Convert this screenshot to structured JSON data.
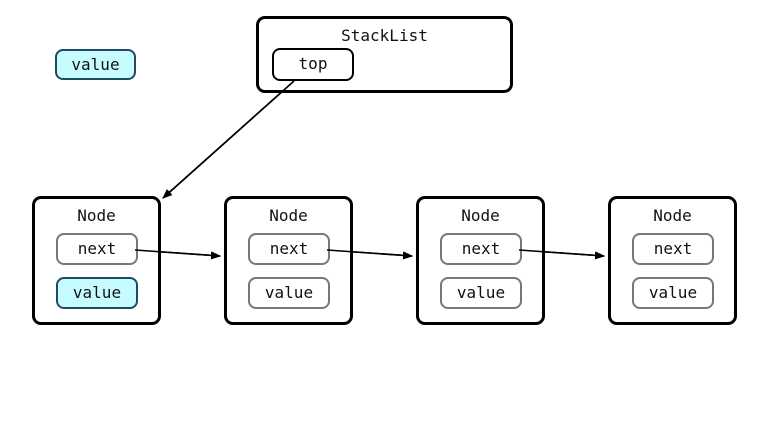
{
  "legend": {
    "label": "value",
    "highlight_color": "#c6fbff"
  },
  "stacklist": {
    "title": "StackList",
    "top_label": "top"
  },
  "nodes": [
    {
      "title": "Node",
      "next_label": "next",
      "value_label": "value",
      "highlighted": true
    },
    {
      "title": "Node",
      "next_label": "next",
      "value_label": "value",
      "highlighted": false
    },
    {
      "title": "Node",
      "next_label": "next",
      "value_label": "value",
      "highlighted": false
    },
    {
      "title": "Node",
      "next_label": "next",
      "value_label": "value",
      "highlighted": false
    }
  ]
}
